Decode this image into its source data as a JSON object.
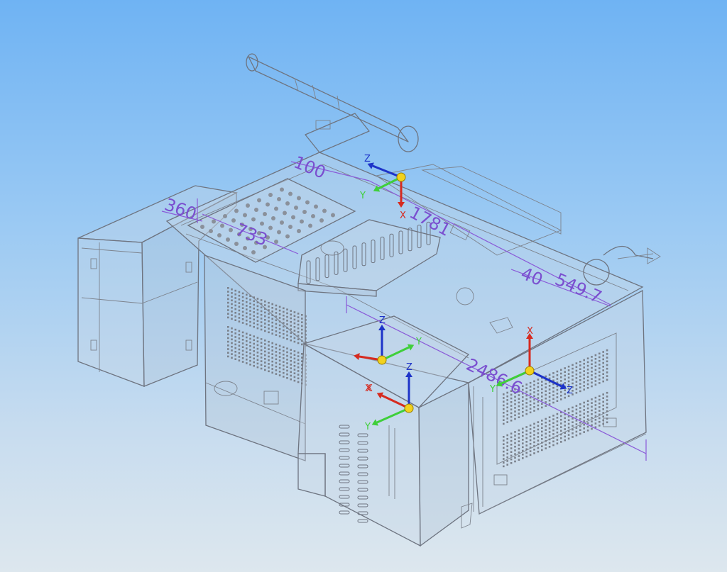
{
  "dimensions": [
    {
      "id": "dim-top-left",
      "text": "100"
    },
    {
      "id": "dim-left",
      "text": "360"
    },
    {
      "id": "dim-mid-plate",
      "text": "733"
    },
    {
      "id": "dim-long-top",
      "text": "1781"
    },
    {
      "id": "dim-right-small",
      "text": "40"
    },
    {
      "id": "dim-right-end",
      "text": "549.7"
    },
    {
      "id": "dim-front-long",
      "text": "2486.6"
    }
  ],
  "axis_labels": {
    "x": "X",
    "y": "Y",
    "z": "Z"
  },
  "colors": {
    "background_top": "#6fb3f3",
    "background_bottom": "#dde7ee",
    "edges": "#6e7480",
    "dimension": "#8a5ad8",
    "axis_x": "#d62a1f",
    "axis_y": "#3fcf3a",
    "axis_z": "#1d33c8",
    "origin": "#f2d21e"
  }
}
